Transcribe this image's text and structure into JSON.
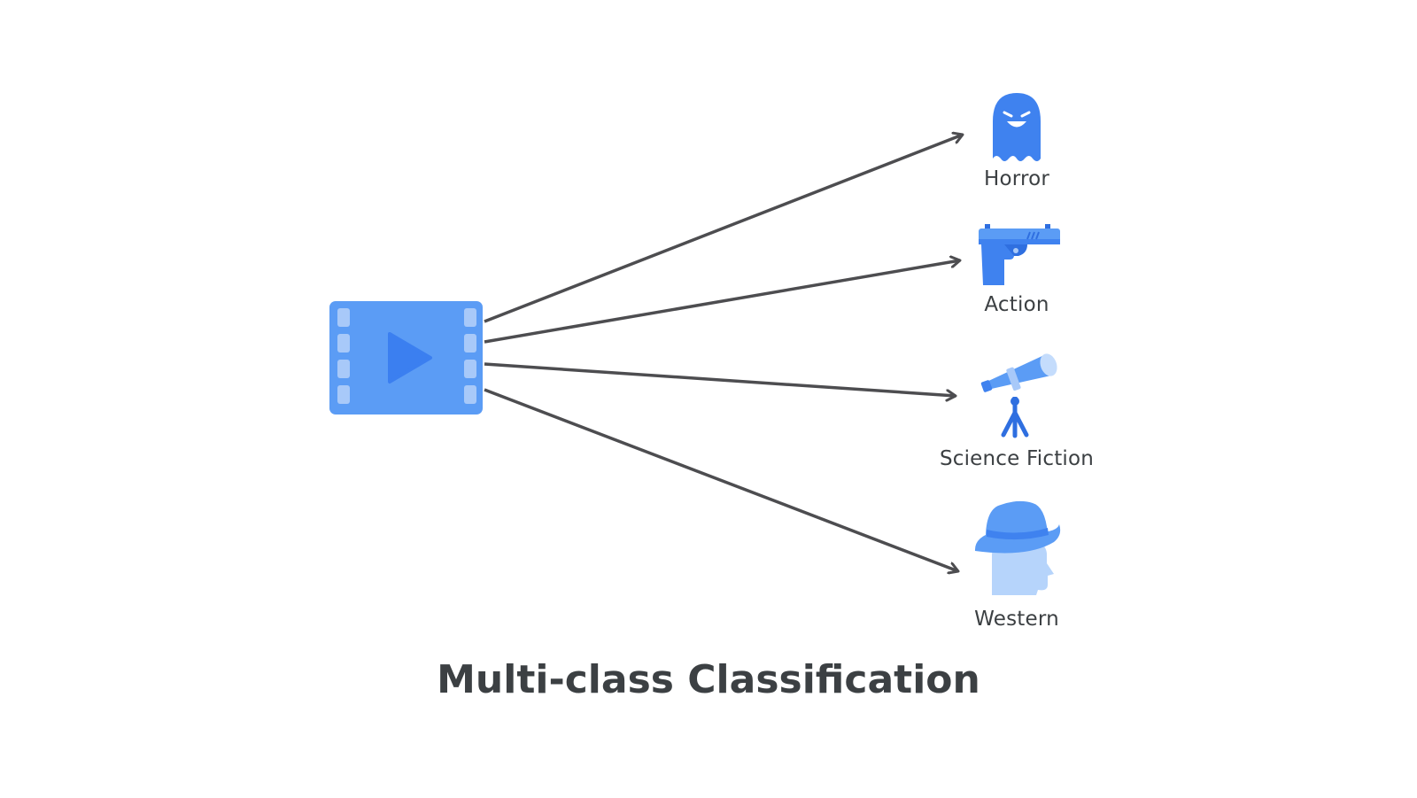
{
  "title": "Multi-class Classification",
  "input": {
    "icon": "video-file-icon"
  },
  "classes": [
    {
      "label": "Horror",
      "icon": "ghost-icon"
    },
    {
      "label": "Action",
      "icon": "pistol-icon"
    },
    {
      "label": "Science Fiction",
      "icon": "telescope-icon"
    },
    {
      "label": "Western",
      "icon": "cowboy-hat-head-icon"
    }
  ],
  "colors": {
    "primary": "#4a8ef4",
    "dark_blue": "#2f6fe0",
    "light_blue": "#b6d4fb",
    "arrow": "#4d4d50",
    "text": "#3c4043"
  }
}
